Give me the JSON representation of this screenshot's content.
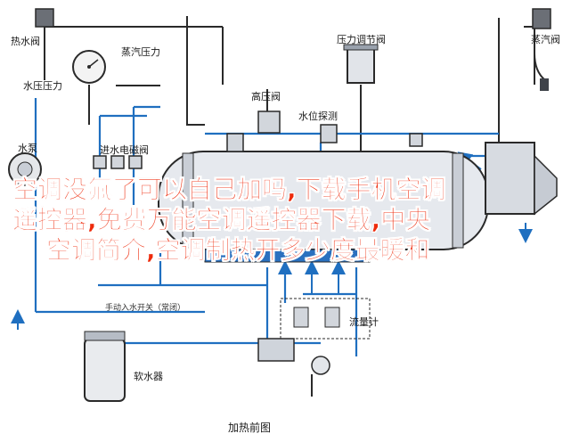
{
  "labels": {
    "hot_water_valve": "热水阀",
    "steam_pressure": "蒸汽压力",
    "pressure_regulator": "压力调节阀",
    "water_pressure": "水压压力",
    "steam_valve": "蒸汽阀",
    "high_pressure_valve": "高压阀",
    "water_level_probe": "水位探测",
    "inlet_solenoid_valve": "进水电磁阀",
    "water_pump": "水泵",
    "manual_inlet_switch": "手动入水开关（常闭）",
    "flow_meter": "流量计",
    "softener": "软水器",
    "caption": "加热前图"
  },
  "overlay_lines": [
    "空调没氟了可以自己加吗,下载手机空调",
    "遥控器,免费万能空调遥控器下载,中央",
    "空调简介,空调制热开多少度最暖和"
  ],
  "colors": {
    "pipe_blue": "#1f6fc0",
    "line_dark": "#2a2a2a",
    "overlay_red": "#ee2b0c"
  }
}
